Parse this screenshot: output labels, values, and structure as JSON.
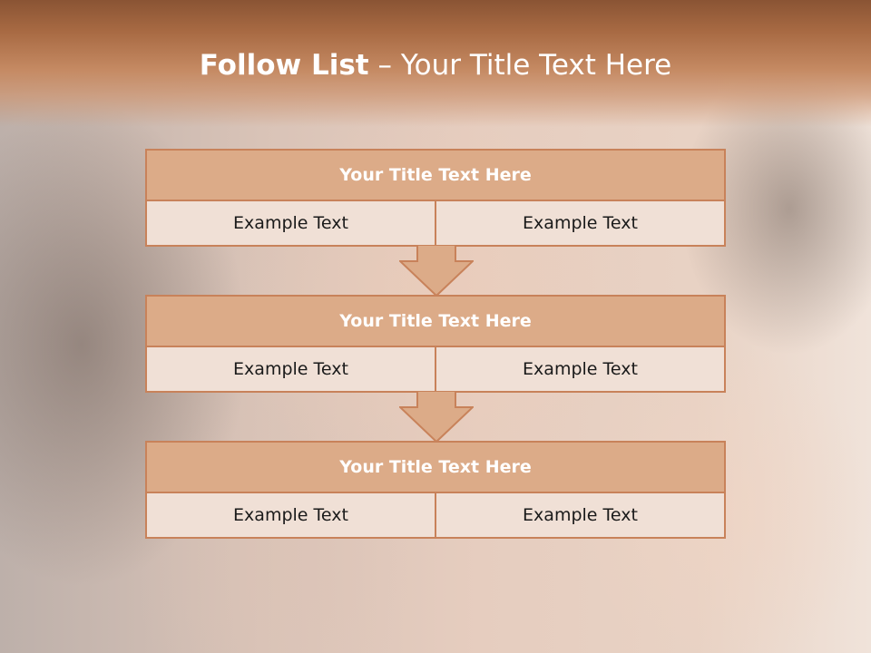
{
  "slide": {
    "title_bold": "Follow List",
    "title_rest": " – Your Title Text Here"
  },
  "steps": [
    {
      "title": "Your Title Text Here",
      "left": "Example Text",
      "right": "Example Text"
    },
    {
      "title": "Your Title Text Here",
      "left": "Example Text",
      "right": "Example Text"
    },
    {
      "title": "Your Title Text Here",
      "left": "Example Text",
      "right": "Example Text"
    }
  ],
  "colors": {
    "header": "#a86a43",
    "box_title_fill": "#dcab88",
    "box_cell_fill": "#f0e0d6",
    "border": "#c8825a",
    "arrow_fill": "#dcab88"
  }
}
